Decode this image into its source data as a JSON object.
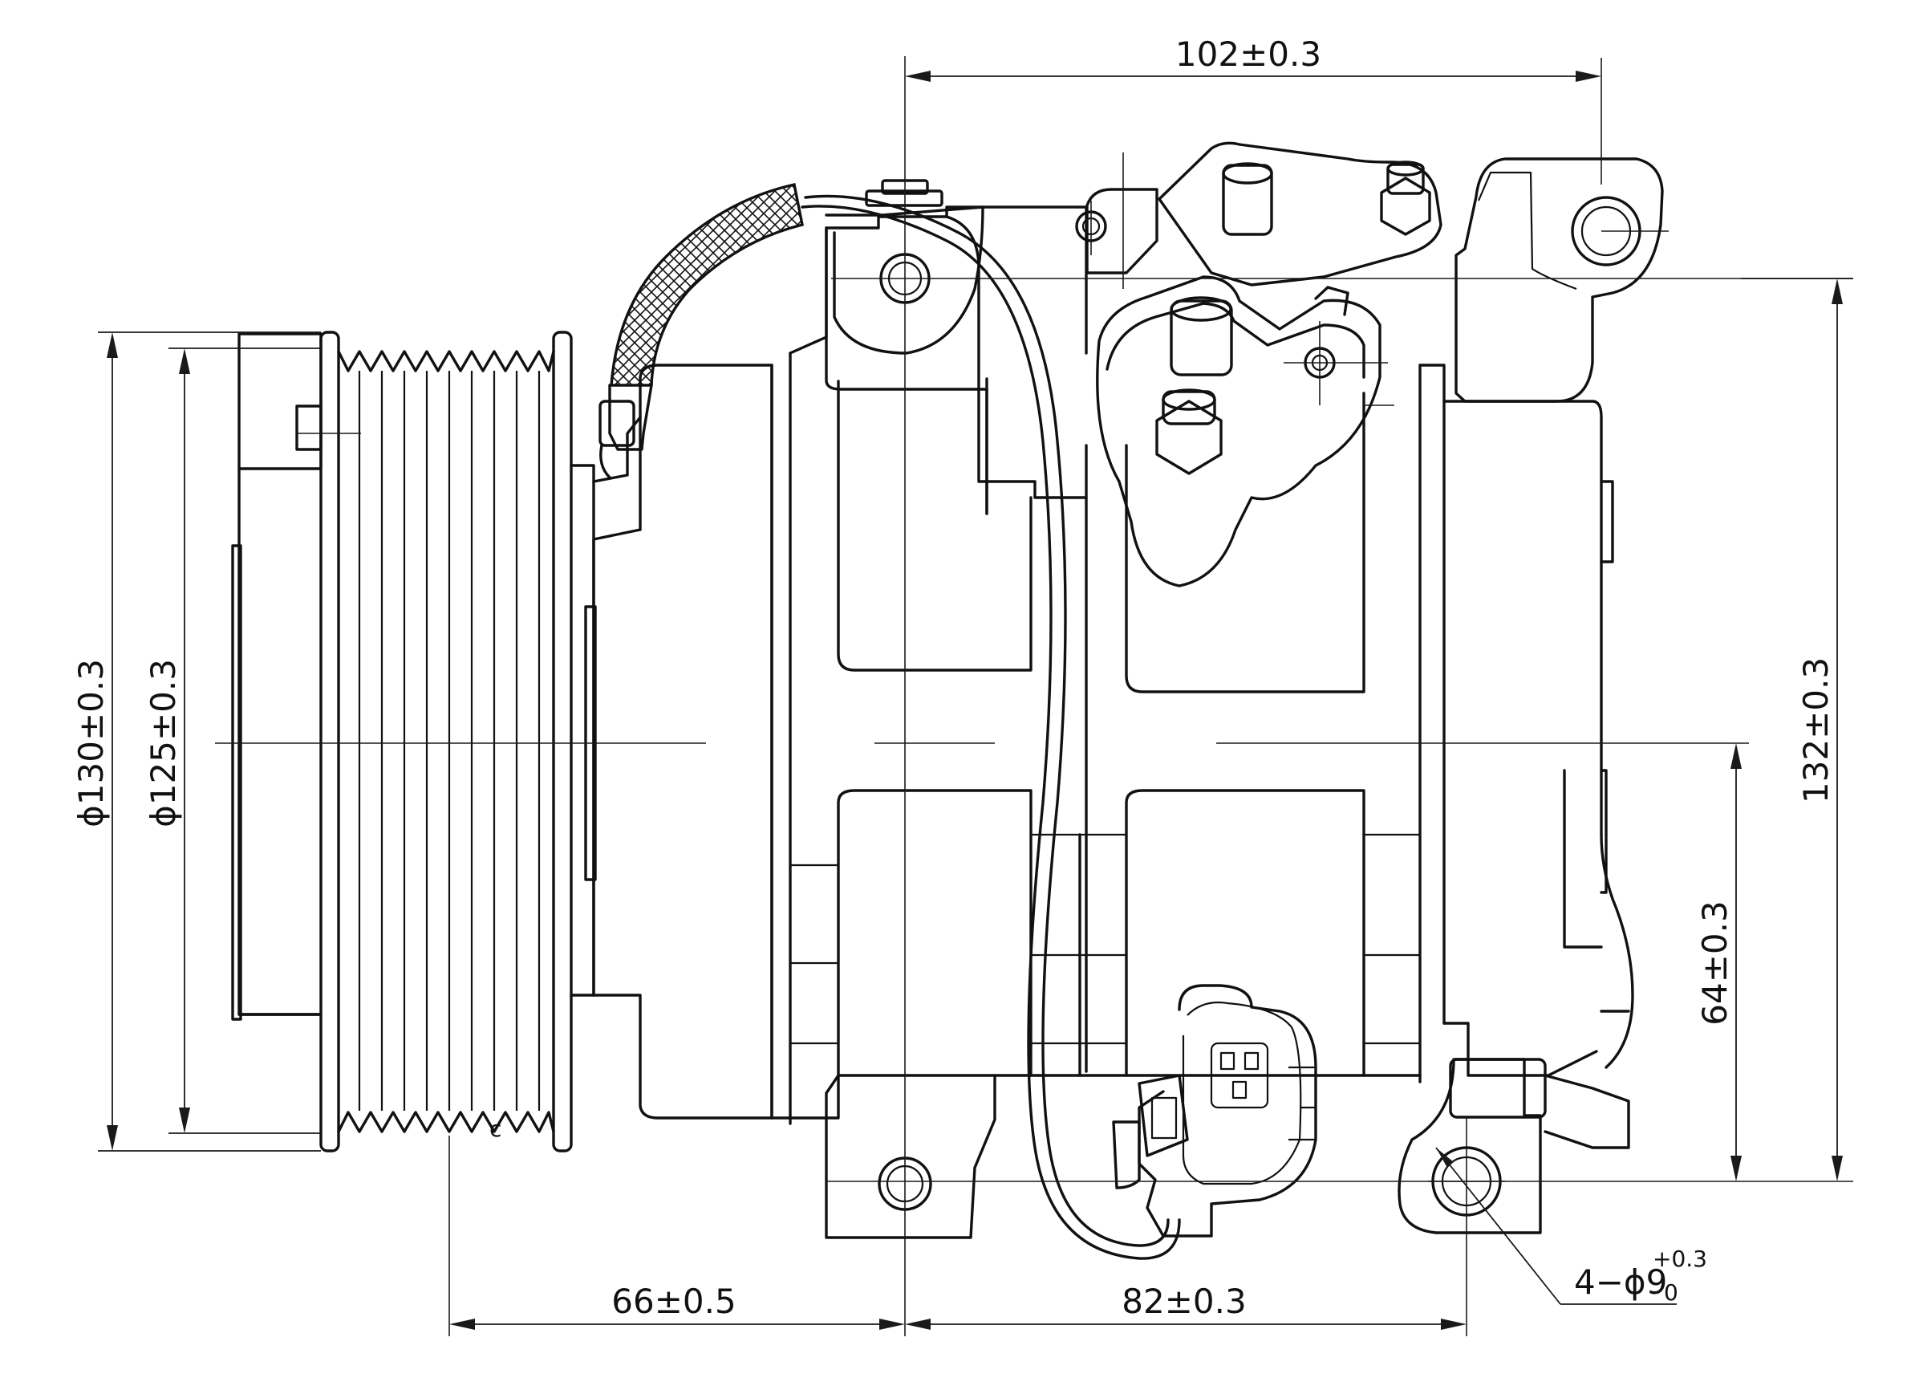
{
  "dimensions": {
    "top_width": "102±0.3",
    "outer_diameter": "ϕ130±0.3",
    "inner_diameter": "ϕ125±0.3",
    "overall_height": "132±0.3",
    "lower_height": "64±0.3",
    "pulley_offset": "66±0.5",
    "mount_spacing": "82±0.3",
    "holes_prefix": "4−ϕ9",
    "holes_tol_upper": "+0.3",
    "holes_tol_lower": "0"
  },
  "small_mark": "c"
}
